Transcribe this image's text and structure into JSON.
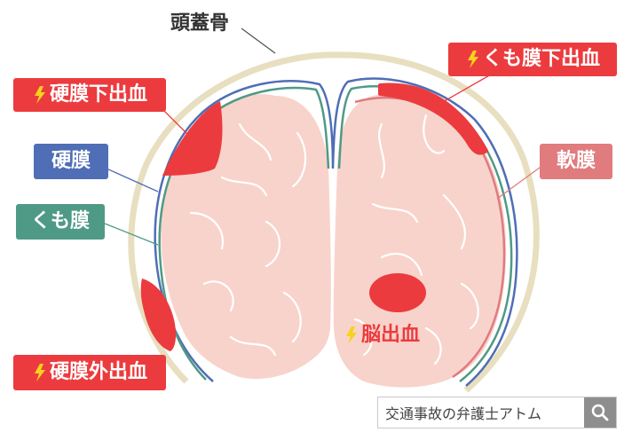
{
  "labels": {
    "skull": "頭蓋骨",
    "subdural_hemorrhage": "硬膜下出血",
    "dura": "硬膜",
    "arachnoid": "くも膜",
    "epidural_hemorrhage": "硬膜外出血",
    "subarachnoid_hemorrhage": "くも膜下出血",
    "pia": "軟膜",
    "intracerebral_hemorrhage": "脳出血"
  },
  "search": {
    "text": "交通事故の弁護士アトム"
  },
  "colors": {
    "red": "#ec3b3e",
    "blue": "#4f6eb5",
    "green": "#4f9a86",
    "pink": "#e07b7e",
    "skull": "#e8dfc0",
    "brain": "#f8d3cb",
    "bolt": "#f5d21e"
  }
}
